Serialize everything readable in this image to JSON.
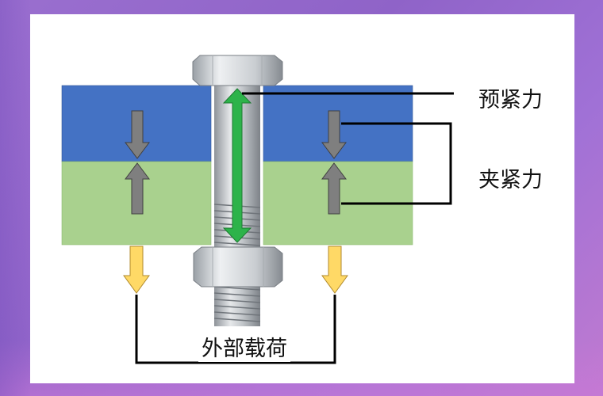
{
  "labels": {
    "preload": "预紧力",
    "clamp": "夹紧力",
    "external": "外部载荷"
  },
  "colors": {
    "background": "#9a6fcf",
    "panel": "#ffffff",
    "upper_plate": "#4472c4",
    "lower_plate": "#a9d18e",
    "force_arrow": "#7f7f7f",
    "preload_arrow": "#2db34a",
    "load_arrow": "#ffd966",
    "bolt_steel": "#c8ccd0",
    "leader_line": "#000000"
  },
  "icons": {
    "bolt": "hex-bolt-icon",
    "nut": "hex-nut-icon"
  }
}
